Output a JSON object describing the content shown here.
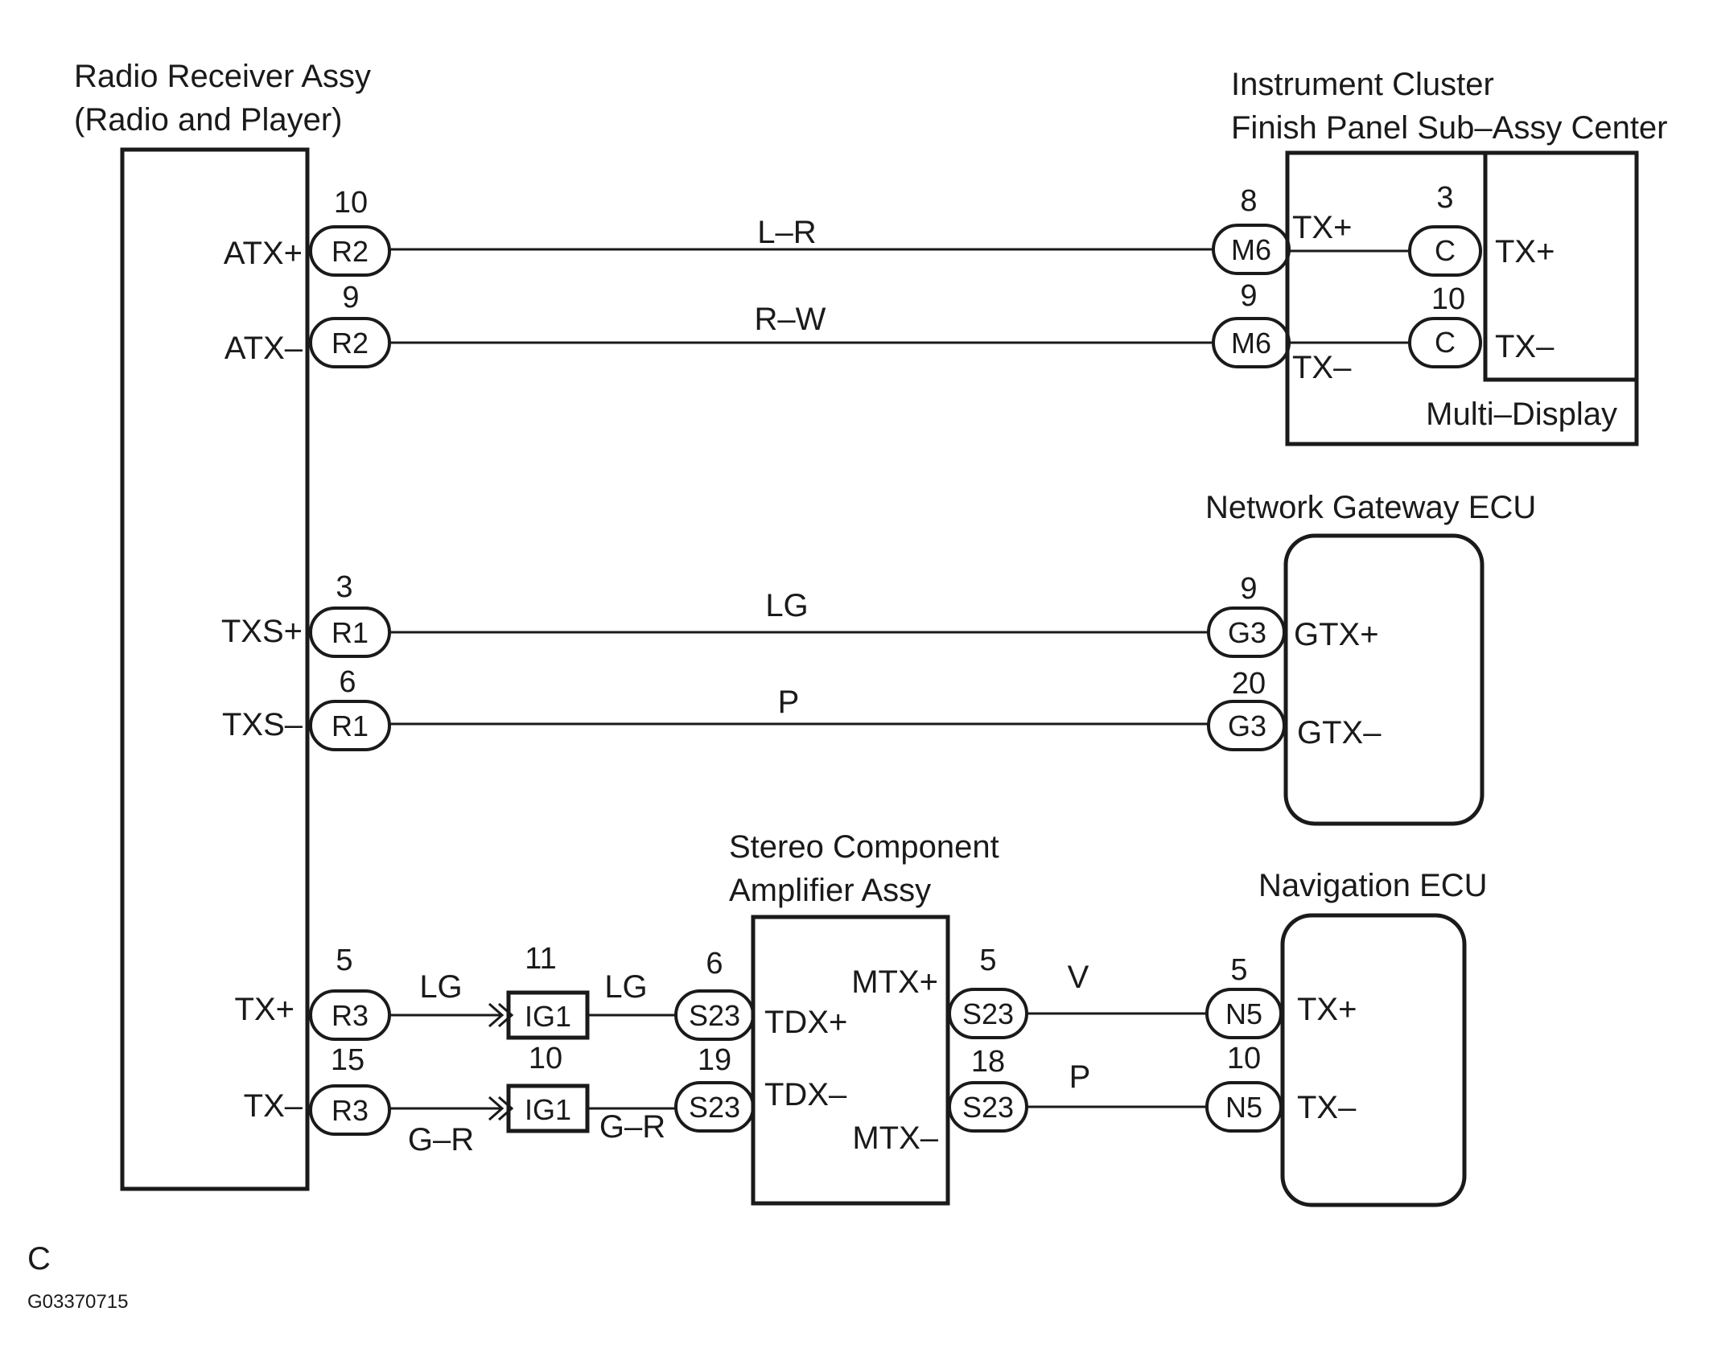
{
  "components": {
    "radio": {
      "title1": "Radio Receiver Assy",
      "title2": "(Radio and Player)"
    },
    "cluster": {
      "title1": "Instrument Cluster",
      "title2": "Finish Panel Sub–Assy Center",
      "sub": "Multi–Display"
    },
    "gateway": {
      "title": "Network Gateway ECU"
    },
    "amplifier": {
      "title1": "Stereo Component",
      "title2": "Amplifier Assy"
    },
    "navigation": {
      "title": "Navigation ECU"
    }
  },
  "terminals": {
    "radio_atxp": "ATX+",
    "radio_atxm": "ATX–",
    "radio_txsp": "TXS+",
    "radio_txsm": "TXS–",
    "radio_txp": "TX+",
    "radio_txm": "TX–",
    "cluster_txp_outer": "TX+",
    "cluster_txm_outer": "TX–",
    "display_txp": "TX+",
    "display_txm": "TX–",
    "gateway_gtxp": "GTX+",
    "gateway_gtxm": "GTX–",
    "amp_tdxp": "TDX+",
    "amp_tdxm": "TDX–",
    "amp_mtxp": "MTX+",
    "amp_mtxm": "MTX–",
    "nav_txp": "TX+",
    "nav_txm": "TX–"
  },
  "pins": {
    "r2_10": "10",
    "r2_9": "9",
    "m6_8": "8",
    "m6_9": "9",
    "c_3": "3",
    "c_10": "10",
    "r1_3": "3",
    "r1_6": "6",
    "g3_9": "9",
    "g3_20": "20",
    "r3_5": "5",
    "r3_15": "15",
    "ig1_11": "11",
    "ig1_10": "10",
    "s23_6": "6",
    "s23_19": "19",
    "s23_5": "5",
    "s23_18": "18",
    "n5_5": "5",
    "n5_10": "10"
  },
  "connectors": {
    "r2": "R2",
    "r1": "R1",
    "r3": "R3",
    "m6": "M6",
    "c": "C",
    "g3": "G3",
    "ig1": "IG1",
    "s23": "S23",
    "n5": "N5"
  },
  "wires": {
    "atxp": "L–R",
    "atxm": "R–W",
    "txsp": "LG",
    "txsm": "P",
    "txp_a": "LG",
    "txp_b": "LG",
    "txm_a": "G–R",
    "txm_b": "G–R",
    "mtxp": "V",
    "mtxm": "P"
  },
  "footer": {
    "letter": "C",
    "code": "G03370715"
  }
}
